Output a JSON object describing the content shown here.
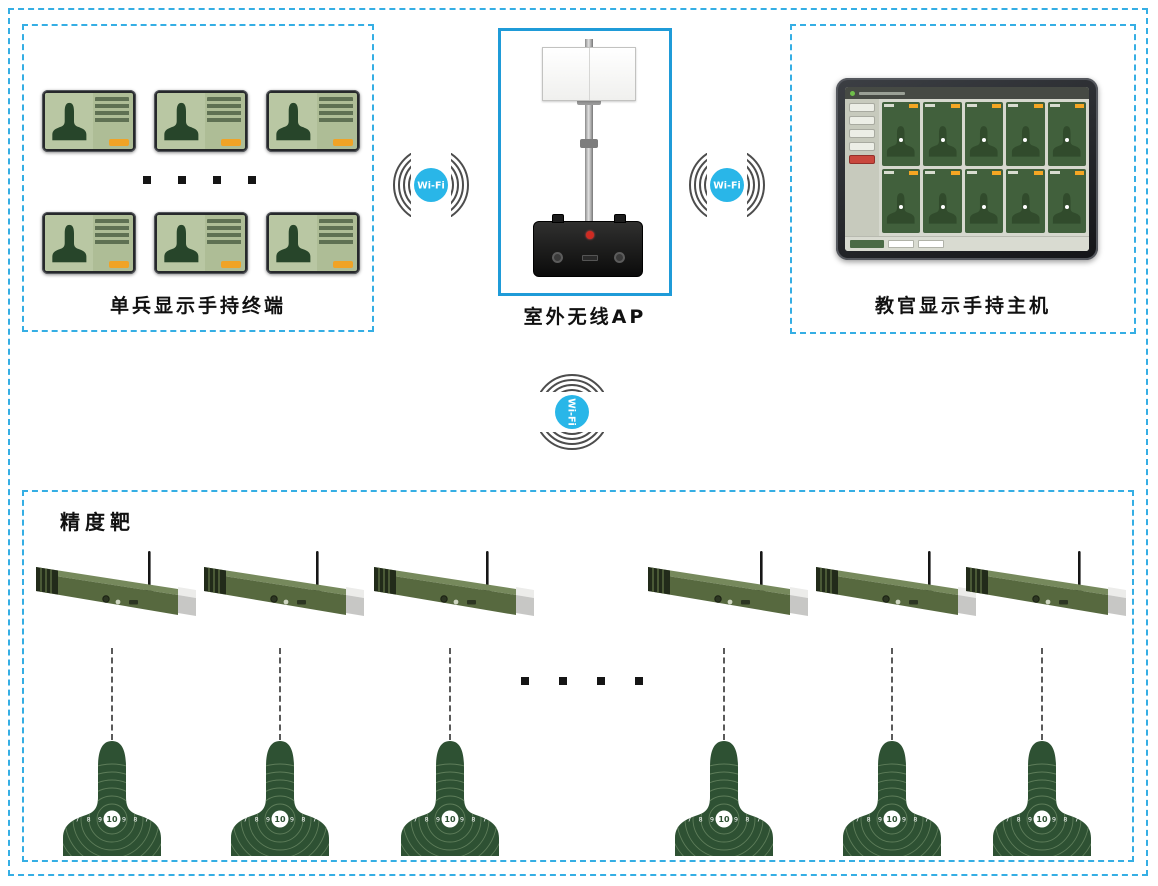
{
  "groups": {
    "terminals": {
      "label": "单兵显示手持终端"
    },
    "ap": {
      "label": "室外无线AP"
    },
    "instructor": {
      "label": "教官显示手持主机"
    },
    "targets": {
      "label": "精度靶"
    }
  },
  "wifi": {
    "label": "Wi-Fi"
  },
  "target_rings": {
    "left_numbers": "6 7 8 9",
    "center_number": "10",
    "right_numbers": "9 8 7 6"
  },
  "colors": {
    "frame_blue": "#35aee4",
    "ap_box_blue": "#1f9bd8",
    "wifi_blue": "#29b6e8",
    "target_green": "#2e5133",
    "device_olive": "#57693f",
    "accent_orange": "#f0a326"
  }
}
